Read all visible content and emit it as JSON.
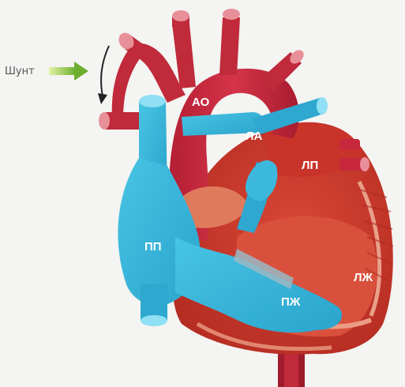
{
  "labels": {
    "shunt": "Шунт",
    "ao": "АО",
    "la": "ЛА",
    "lp": "ЛП",
    "pp": "ПП",
    "lzh": "ЛЖ",
    "pzh": "ПЖ"
  },
  "colors": {
    "background": "#f4f4f2",
    "artery_red": "#c8283c",
    "artery_dark": "#9e1c2c",
    "heart_red": "#cf3a2c",
    "heart_dark": "#a8261e",
    "heart_light": "#e8826a",
    "venous_blue": "#34b6d8",
    "venous_dark": "#1e90b4",
    "shunt_arrow_light": "#c8e86e",
    "shunt_arrow_dark": "#6cae2e",
    "curved_arrow": "#222222"
  },
  "icons": {
    "shunt_arrow": "right-arrow-icon",
    "flow_arrow": "curved-down-arrow-icon"
  }
}
